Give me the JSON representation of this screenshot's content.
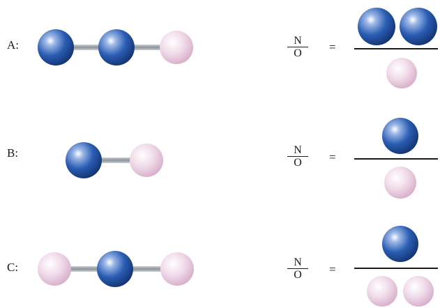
{
  "colors": {
    "nitrogen": "#1f4f9c",
    "oxygen": "#e8c6dc",
    "bond": "#9aa0a6"
  },
  "rows": [
    {
      "label": "A:",
      "ratio_top": "N",
      "ratio_bottom": "O",
      "equals": "=",
      "molecule": [
        "N",
        "N",
        "O"
      ],
      "numerator": [
        "N",
        "N"
      ],
      "denominator": [
        "O"
      ]
    },
    {
      "label": "B:",
      "ratio_top": "N",
      "ratio_bottom": "O",
      "equals": "=",
      "molecule": [
        "N",
        "O"
      ],
      "numerator": [
        "N"
      ],
      "denominator": [
        "O"
      ]
    },
    {
      "label": "C:",
      "ratio_top": "N",
      "ratio_bottom": "O",
      "equals": "=",
      "molecule": [
        "O",
        "N",
        "O"
      ],
      "numerator": [
        "N"
      ],
      "denominator": [
        "O",
        "O"
      ]
    }
  ]
}
